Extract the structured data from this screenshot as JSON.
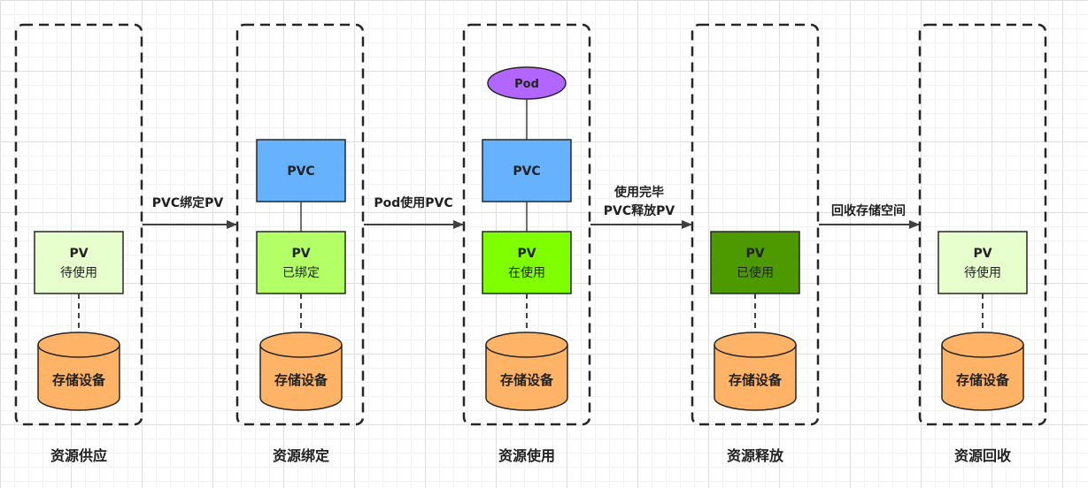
{
  "stages": [
    {
      "title": "资源供应",
      "pv": {
        "line1": "PV",
        "line2": "待使用",
        "fill": "#e6ffcc"
      },
      "storage": "存储设备"
    },
    {
      "title": "资源绑定",
      "pvc": "PVC",
      "pv": {
        "line1": "PV",
        "line2": "已绑定",
        "fill": "#b3ff66"
      },
      "storage": "存储设备"
    },
    {
      "title": "资源使用",
      "pod": "Pod",
      "pvc": "PVC",
      "pv": {
        "line1": "PV",
        "line2": "在使用",
        "fill": "#80ff00"
      },
      "storage": "存储设备"
    },
    {
      "title": "资源释放",
      "pv": {
        "line1": "PV",
        "line2": "已使用",
        "fill": "#4d9900"
      },
      "storage": "存储设备"
    },
    {
      "title": "资源回收",
      "pv": {
        "line1": "PV",
        "line2": "待使用",
        "fill": "#e6ffcc"
      },
      "storage": "存储设备"
    }
  ],
  "transitions": [
    {
      "line1": "PVC绑定PV"
    },
    {
      "line1": "Pod使用PVC"
    },
    {
      "line1": "使用完毕",
      "line2": "PVC释放PV"
    },
    {
      "line1": "回收存储空间"
    }
  ],
  "colors": {
    "pvc": "#66b2ff",
    "pod": "#b266ff",
    "storage": "#ffb366",
    "stroke": "#262626",
    "arrow": "#404040"
  }
}
